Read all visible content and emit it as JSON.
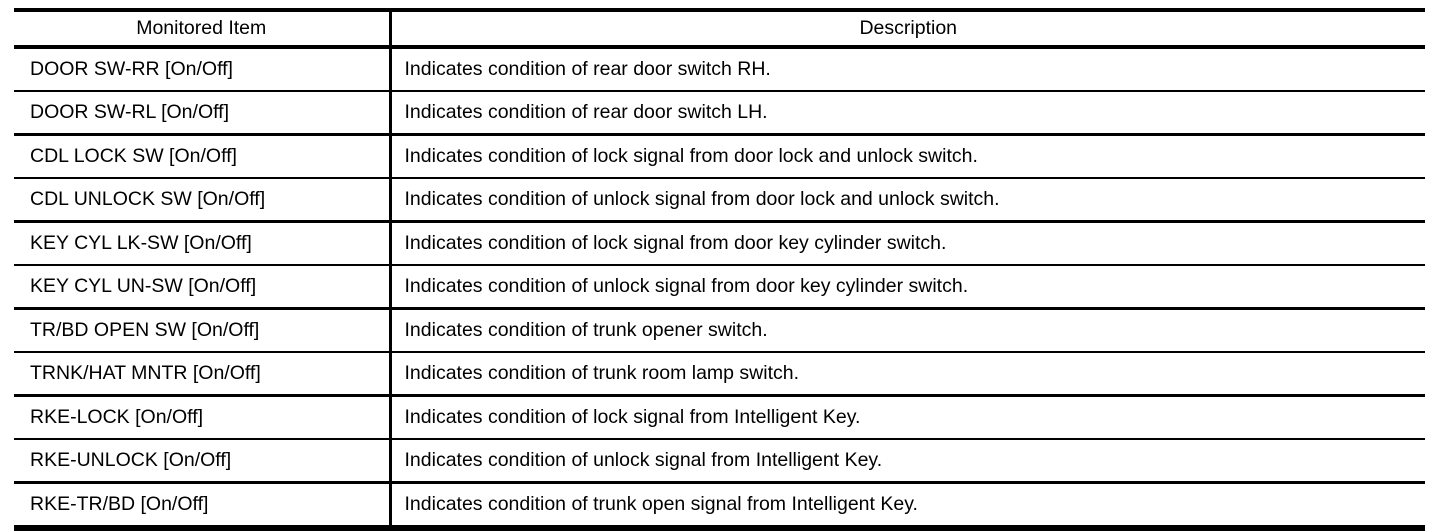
{
  "table": {
    "columns": {
      "item_label": "Monitored Item",
      "description_label": "Description"
    },
    "rows": [
      {
        "item": "DOOR SW-RR [On/Off]",
        "description": "Indicates condition of rear door switch RH."
      },
      {
        "item": "DOOR SW-RL [On/Off]",
        "description": "Indicates condition of rear door switch LH."
      },
      {
        "item": "CDL LOCK SW [On/Off]",
        "description": "Indicates condition of lock signal from door lock and unlock switch."
      },
      {
        "item": "CDL UNLOCK SW [On/Off]",
        "description": "Indicates condition of unlock signal from door lock and unlock switch."
      },
      {
        "item": "KEY CYL LK-SW [On/Off]",
        "description": "Indicates condition of lock signal from door key cylinder switch."
      },
      {
        "item": "KEY CYL UN-SW [On/Off]",
        "description": "Indicates condition of unlock signal from door key cylinder switch."
      },
      {
        "item": "TR/BD OPEN SW [On/Off]",
        "description": "Indicates condition of trunk opener switch."
      },
      {
        "item": "TRNK/HAT MNTR [On/Off]",
        "description": "Indicates condition of trunk room lamp switch."
      },
      {
        "item": "RKE-LOCK [On/Off]",
        "description": "Indicates condition of lock signal from Intelligent Key."
      },
      {
        "item": "RKE-UNLOCK [On/Off]",
        "description": "Indicates condition of unlock signal from Intelligent Key."
      },
      {
        "item": "RKE-TR/BD [On/Off]",
        "description": "Indicates condition of trunk open signal from Intelligent Key."
      }
    ],
    "colors": {
      "border": "#000000",
      "text": "#000000",
      "background": "#ffffff"
    }
  }
}
